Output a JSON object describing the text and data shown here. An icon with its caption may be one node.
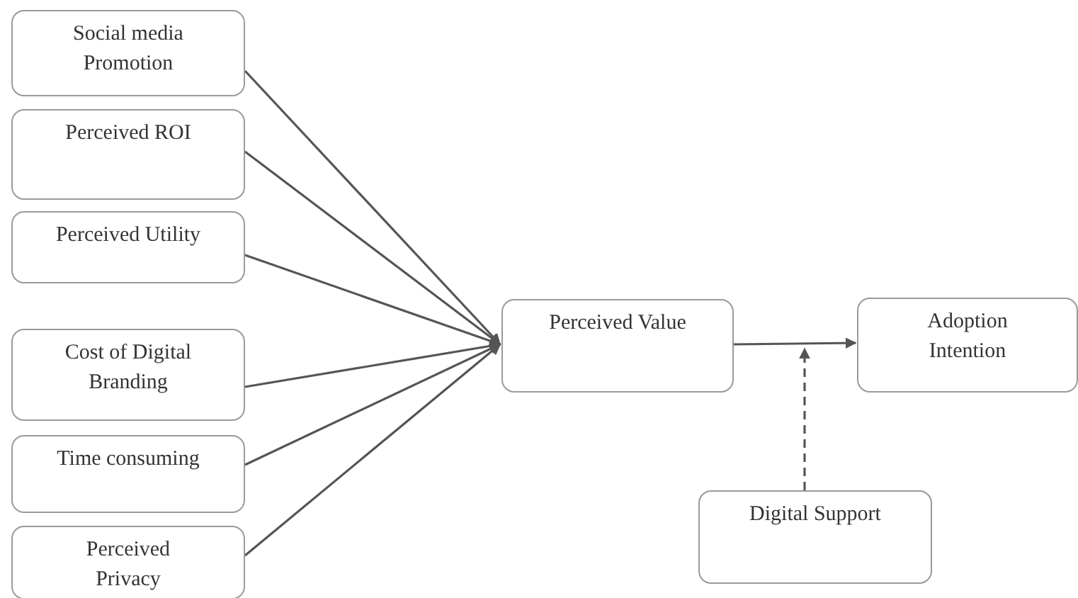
{
  "diagram": {
    "nodes": [
      {
        "text": [
          "Social media Promotion"
        ]
      },
      {
        "text": [
          "Perceived ROI"
        ]
      },
      {
        "text": [
          "Perceived Utility"
        ]
      },
      {
        "text": [
          "Cost of Digital Branding"
        ]
      },
      {
        "text": [
          "Time consuming"
        ]
      },
      {
        "text": [
          "Perceived Privacy"
        ]
      },
      {
        "text": [
          "Perceived Value"
        ]
      },
      {
        "text": [
          "Adoption Intention"
        ]
      },
      {
        "text": [
          "Digital Support"
        ]
      }
    ],
    "edges": [
      {
        "from": 0,
        "to": 6,
        "arrow": "to"
      },
      {
        "from": 1,
        "to": 6,
        "arrow": "to"
      },
      {
        "from": 2,
        "to": 6,
        "arrow": "to"
      },
      {
        "from": 3,
        "to": 6,
        "arrow": "to"
      },
      {
        "from": 4,
        "to": 6,
        "arrow": "to"
      },
      {
        "from": 5,
        "to": 6,
        "arrow": "to"
      },
      {
        "from": 6,
        "to": 7,
        "arrow": "to"
      },
      {
        "from": 8,
        "to": null,
        "arrow": "to",
        "style": "dashed"
      }
    ]
  }
}
